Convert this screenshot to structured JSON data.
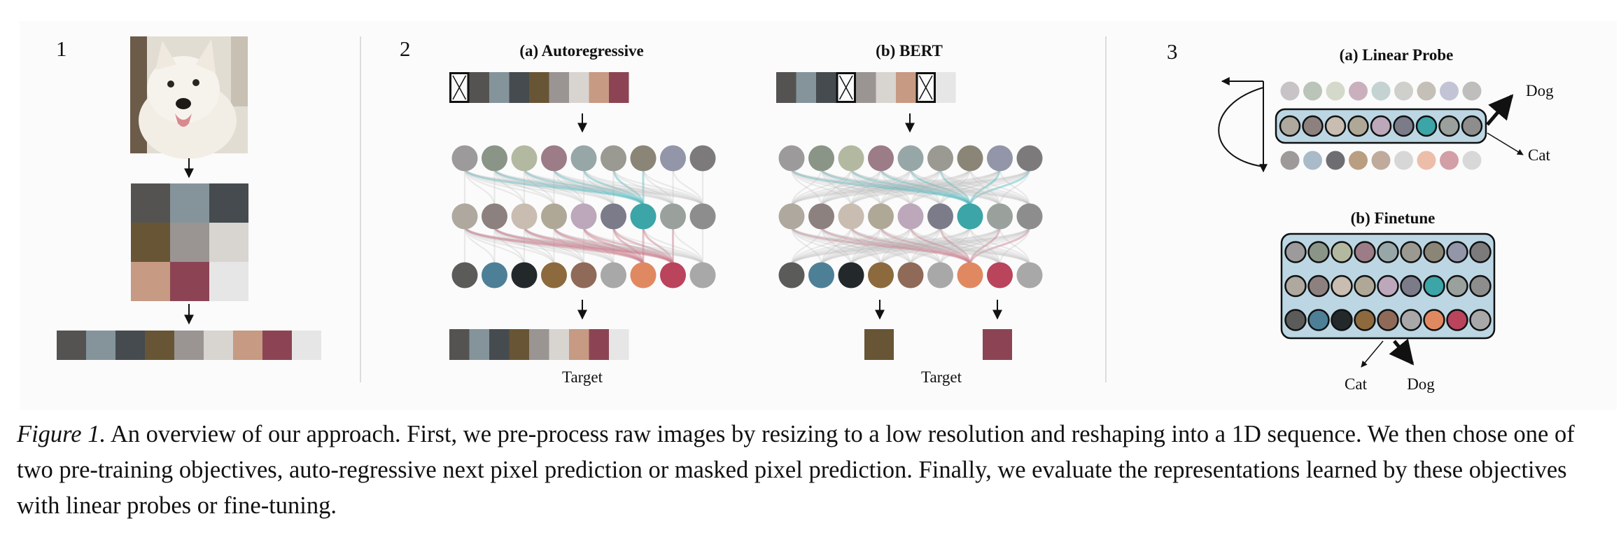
{
  "colors": {
    "pixels": [
      "#555352",
      "#85949b",
      "#454b4f",
      "#685535",
      "#9a9592",
      "#d8d4d0",
      "#c69a83",
      "#8c4454",
      "#e6e6e6"
    ],
    "layer_in": [
      "#9d9a9c",
      "#8a9587",
      "#b3b9a1",
      "#9c7c86",
      "#97a7a7",
      "#9a9992",
      "#8b8578",
      "#9395a8",
      "#7c7a7a"
    ],
    "layer_mid": [
      "#aea89e",
      "#8d8180",
      "#c9bcb1",
      "#b0a897",
      "#bca8ba",
      "#7c7b8a",
      "#3ba5a8",
      "#9aa19c",
      "#8c8d8c"
    ],
    "layer_out": [
      "#5b5b5a",
      "#4d8097",
      "#23282b",
      "#8c6a3d",
      "#8f6a58",
      "#a8a8a8",
      "#e08961",
      "#b9445c",
      "#a8a8a8"
    ],
    "probe_bottom": [
      "#9e9a9a",
      "#a9bac9",
      "#6e6e72",
      "#b99e81",
      "#bfaa9c",
      "#d7d7d7",
      "#ecbea9",
      "#d29fa6",
      "#d8d8d8"
    ],
    "probe_top": [
      "#c8c3c6",
      "#bac4b8",
      "#d5d9cb",
      "#cab0bd",
      "#c4d2d2",
      "#cfcfcb",
      "#c4c0b7",
      "#c2c4d6",
      "#c0bebd"
    ],
    "box_fill": "#bcd7e3",
    "teal_attention": "#4fb6bd",
    "red_attention": "#c77b8a"
  },
  "step1": {
    "number": "1"
  },
  "step2": {
    "number": "2",
    "autoregressive": {
      "title": "(a) Autoregressive",
      "target_label": "Target"
    },
    "bert": {
      "title": "(b) BERT",
      "target_label": "Target"
    }
  },
  "step3": {
    "number": "3",
    "linear_probe": {
      "title": "(a) Linear Probe",
      "dog_label": "Dog",
      "cat_label": "Cat"
    },
    "finetune": {
      "title": "(b) Finetune",
      "cat_label": "Cat",
      "dog_label": "Dog"
    }
  },
  "caption": {
    "label": "Figure 1.",
    "text": " An overview of our approach. First, we pre-process raw images by resizing to a low resolution and reshaping into a 1D sequence. We then chose one of two pre-training objectives, auto-regressive next pixel prediction or masked pixel prediction. Finally, we evaluate the representations learned by these objectives with linear probes or fine-tuning."
  }
}
